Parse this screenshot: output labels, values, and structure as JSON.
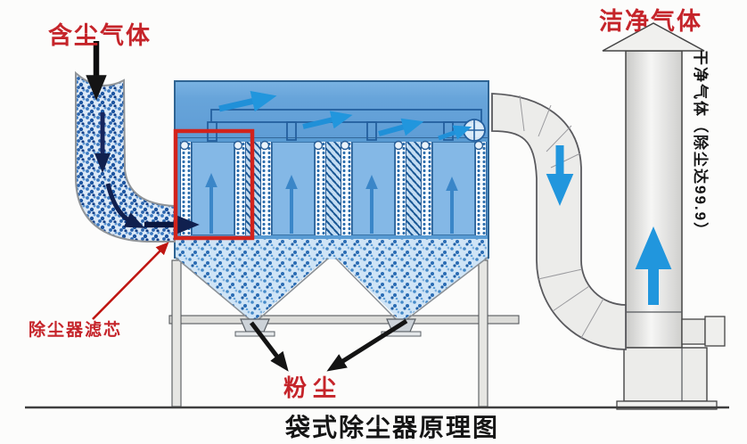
{
  "title": "袋式除尘器原理图",
  "labels": {
    "dusty_gas": "含尘气体",
    "clean_gas": "洁净气体",
    "stack_note": "干净气体（除尘达99.9）",
    "filter_core": "除尘器滤芯",
    "dust": "粉尘"
  },
  "colors": {
    "label_red": "#c5242a",
    "highlight_red": "#d2231c",
    "flow_blue": "#2196dd",
    "chamber_blue": "#5a9bd3",
    "duct_gray": "#ececea"
  }
}
